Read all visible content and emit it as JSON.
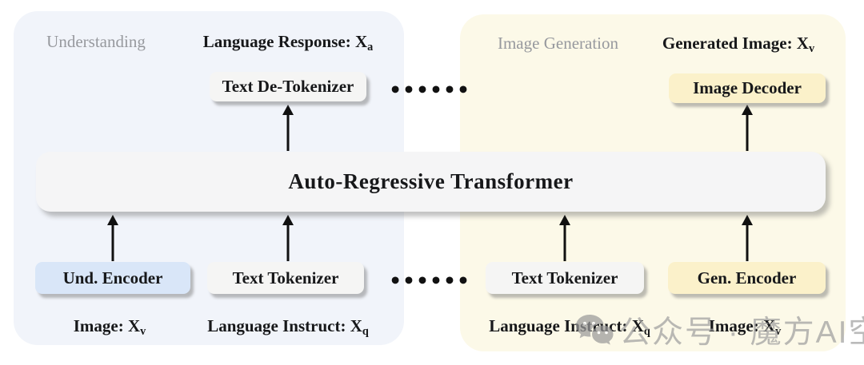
{
  "colors": {
    "panel_left_bg": "#f1f4fa",
    "panel_right_bg": "#fcf9e8",
    "box_neutral_bg": "#f5f5f4",
    "box_blue_bg": "#d9e6f8",
    "box_yellow_bg": "#fbf1ca",
    "transformer_bg": "#f5f5f6",
    "title_gray": "#97999e",
    "text_dark": "#17181a",
    "arrow_color": "#111111",
    "watermark_gray": "#a0a0a0"
  },
  "transformer": {
    "label": "Auto-Regressive Transformer"
  },
  "dots": "••••••",
  "understanding": {
    "title": "Understanding",
    "response_label": {
      "text": "Language Response: X",
      "sub": "a"
    },
    "detokenizer": "Text De-Tokenizer",
    "encoder": "Und. Encoder",
    "tokenizer": "Text Tokenizer",
    "image_label": {
      "text": "Image: X",
      "sub": "v"
    },
    "instruct_label": {
      "text": "Language Instruct: X",
      "sub": "q"
    }
  },
  "image_generation": {
    "title": "Image Generation",
    "generated_label": {
      "text": "Generated Image: X",
      "sub": "v"
    },
    "decoder": "Image Decoder",
    "tokenizer": "Text Tokenizer",
    "encoder": "Gen. Encoder",
    "instruct_label": {
      "text": "Language Instruct: X",
      "sub": "q"
    },
    "image_label": {
      "text": "Image: X",
      "sub": "v"
    }
  },
  "watermark": {
    "icon": "wechat-icon",
    "text": "公众号 · 魔方AI空间"
  }
}
